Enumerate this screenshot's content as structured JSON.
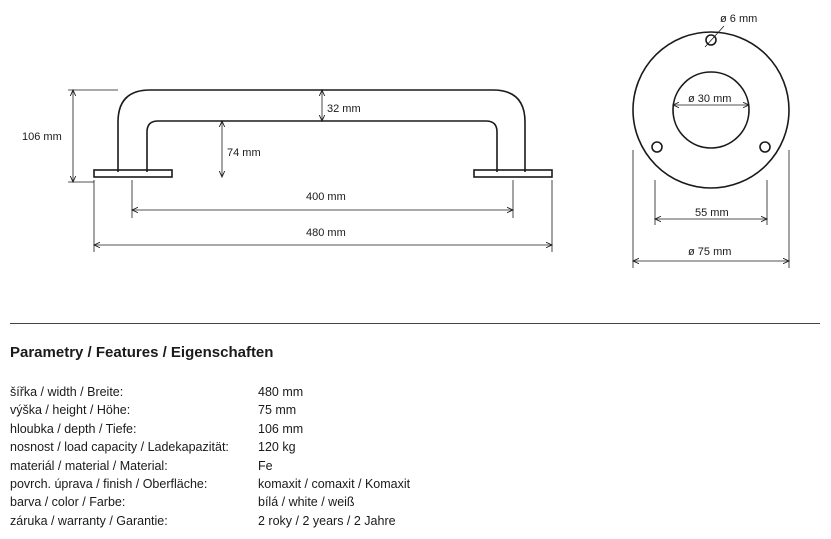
{
  "drawing": {
    "side_view": {
      "height_label": "106 mm",
      "tube_label": "32 mm",
      "inner_height_label": "74 mm",
      "inner_width_label": "400 mm",
      "total_width_label": "480 mm"
    },
    "flange_view": {
      "screw_hole_label": "ø 6 mm",
      "center_hole_label": "ø 30 mm",
      "hole_spacing_label": "55 mm",
      "outer_diameter_label": "ø 75 mm"
    }
  },
  "section_title": "Parametry / Features / Eigenschaften",
  "parameters": [
    {
      "label": "šířka / width / Breite:",
      "value": "480 mm"
    },
    {
      "label": "výška / height / Höhe:",
      "value": "75 mm"
    },
    {
      "label": "hloubka / depth / Tiefe:",
      "value": "106 mm"
    },
    {
      "label": "nosnost / load capacity / Ladekapazität:",
      "value": "120 kg"
    },
    {
      "label": "materiál / material / Material:",
      "value": "Fe"
    },
    {
      "label": "povrch. úprava / finish / Oberfläche:",
      "value": "komaxit / comaxit / Komaxit"
    },
    {
      "label": "barva / color / Farbe:",
      "value": "bílá / white / weiß"
    },
    {
      "label": "záruka / warranty / Garantie:",
      "value": "2 roky / 2 years / 2 Jahre"
    }
  ]
}
